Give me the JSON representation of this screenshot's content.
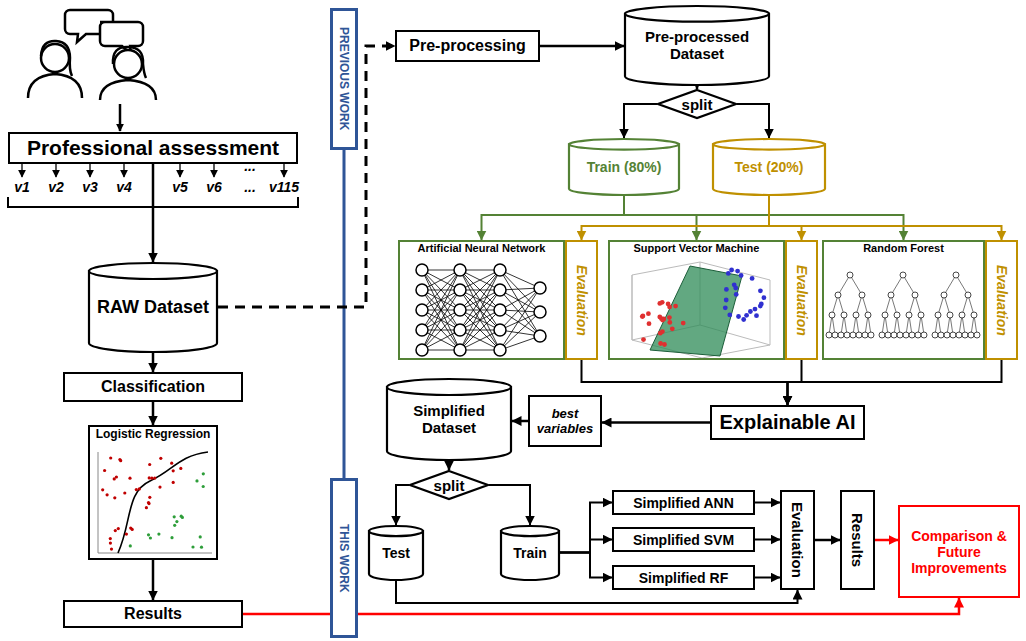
{
  "diagram": {
    "nodes": [
      {
        "text": [
          "Professional assessment"
        ]
      },
      {
        "text": [
          "RAW Dataset"
        ]
      },
      {
        "text": [
          "Classification"
        ]
      },
      {
        "text": [
          "Logistic Regression"
        ]
      },
      {
        "text": [
          "Results"
        ]
      },
      {
        "text": [
          "PREVIOUS WORK"
        ]
      },
      {
        "text": [
          "THIS WORK"
        ]
      },
      {
        "text": [
          "Pre-processing"
        ]
      },
      {
        "text": [
          "Pre-processed Dataset"
        ]
      },
      {
        "text": [
          "split"
        ]
      },
      {
        "text": [
          "Train (80%)"
        ]
      },
      {
        "text": [
          "Test (20%)"
        ]
      },
      {
        "text": [
          "Artificial Neural Network"
        ]
      },
      {
        "text": [
          "Evaluation"
        ]
      },
      {
        "text": [
          "Support Vector Machine"
        ]
      },
      {
        "text": [
          "Evaluation"
        ]
      },
      {
        "text": [
          "Random Forest"
        ]
      },
      {
        "text": [
          "Evaluation"
        ]
      },
      {
        "text": [
          "Simplified Dataset"
        ]
      },
      {
        "text": [
          "best variables"
        ]
      },
      {
        "text": [
          "Explainable AI"
        ]
      },
      {
        "text": [
          "split"
        ]
      },
      {
        "text": [
          "Test"
        ]
      },
      {
        "text": [
          "Train"
        ]
      },
      {
        "text": [
          "Simplified ANN"
        ]
      },
      {
        "text": [
          "Simplified SVM"
        ]
      },
      {
        "text": [
          "Simplified RF"
        ]
      },
      {
        "text": [
          "Evaluation"
        ]
      },
      {
        "text": [
          "Results"
        ]
      },
      {
        "text": [
          "Comparison & Future Improvements"
        ]
      }
    ],
    "edges": [
      {
        "from": 0,
        "to": 1,
        "arrow": "to"
      },
      {
        "from": 1,
        "to": 2,
        "arrow": "to"
      },
      {
        "from": 2,
        "to": 3,
        "arrow": "to"
      },
      {
        "from": 3,
        "to": 4,
        "arrow": "to"
      },
      {
        "from": 1,
        "to": 7,
        "arrow": "to"
      },
      {
        "from": 7,
        "to": 8,
        "arrow": "to"
      },
      {
        "from": 8,
        "to": 9,
        "arrow": "to"
      },
      {
        "from": 9,
        "to": 10,
        "arrow": "to"
      },
      {
        "from": 9,
        "to": 11,
        "arrow": "to"
      },
      {
        "from": 10,
        "to": 12,
        "arrow": "to"
      },
      {
        "from": 10,
        "to": 14,
        "arrow": "to"
      },
      {
        "from": 10,
        "to": 16,
        "arrow": "to"
      },
      {
        "from": 11,
        "to": 13,
        "arrow": "to"
      },
      {
        "from": 11,
        "to": 15,
        "arrow": "to"
      },
      {
        "from": 11,
        "to": 17,
        "arrow": "to"
      },
      {
        "from": 13,
        "to": 20,
        "arrow": "to"
      },
      {
        "from": 15,
        "to": 20,
        "arrow": "to"
      },
      {
        "from": 17,
        "to": 20,
        "arrow": "to"
      },
      {
        "from": 20,
        "to": 19,
        "arrow": "to"
      },
      {
        "from": 19,
        "to": 18,
        "arrow": "to"
      },
      {
        "from": 18,
        "to": 21,
        "arrow": "to"
      },
      {
        "from": 21,
        "to": 22,
        "arrow": "to"
      },
      {
        "from": 21,
        "to": 23,
        "arrow": "to"
      },
      {
        "from": 23,
        "to": 24,
        "arrow": "to"
      },
      {
        "from": 23,
        "to": 25,
        "arrow": "to"
      },
      {
        "from": 23,
        "to": 26,
        "arrow": "to"
      },
      {
        "from": 24,
        "to": 27,
        "arrow": "to"
      },
      {
        "from": 25,
        "to": 27,
        "arrow": "to"
      },
      {
        "from": 26,
        "to": 27,
        "arrow": "to"
      },
      {
        "from": 22,
        "to": 27,
        "arrow": "to"
      },
      {
        "from": 27,
        "to": 28,
        "arrow": "to"
      },
      {
        "from": 28,
        "to": 29,
        "arrow": "to"
      },
      {
        "from": 4,
        "to": 29,
        "arrow": "to"
      }
    ],
    "labels": [
      "v1",
      "v2",
      "v3",
      "v4",
      "v5",
      "v6",
      "...",
      "...",
      "v115"
    ]
  }
}
